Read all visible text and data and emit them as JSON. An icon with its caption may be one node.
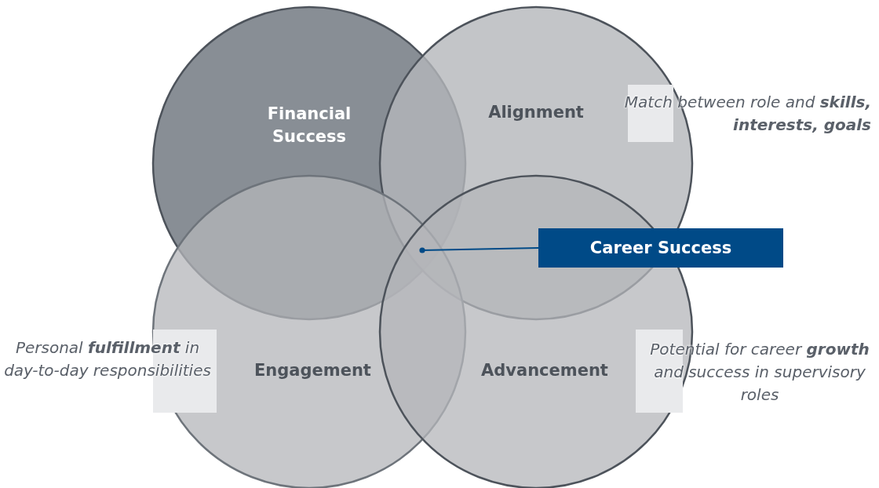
{
  "diagram": {
    "nodes": [
      {
        "text": [
          "Financial Success"
        ]
      },
      {
        "text": [
          "Alignment"
        ],
        "beside": [
          "Match between role and **skills, interests, goals**"
        ]
      },
      {
        "text": [
          "Engagement"
        ],
        "beside": [
          "Personal **fulfillment** in day-to-day responsibilities"
        ]
      },
      {
        "text": [
          "Advancement"
        ],
        "beside": [
          "Potential for career **growth** and success in supervisory roles"
        ]
      },
      {
        "text": [
          "Career Success"
        ]
      }
    ],
    "edges": [
      {
        "from": 4,
        "to": 0,
        "arrow": "other"
      }
    ]
  }
}
